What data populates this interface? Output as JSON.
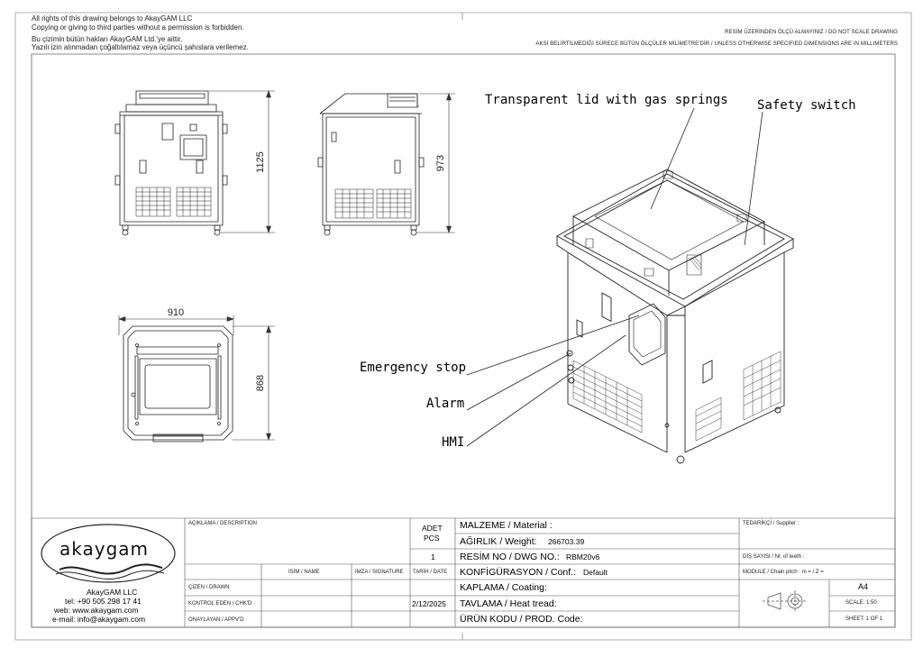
{
  "copyright": {
    "line1": "All rights of this drawing belongs to AkayGAM LLC",
    "line2": "Copying or giving to third parties without a permission is forbidden.",
    "line3": "Bu çizimin bütün hakları AkayGAM Ltd.'ye aittir.",
    "line4": "Yazılı izin alınmadan çoğaltılamaz veya üçüncü şahıslara verilemez."
  },
  "notes": {
    "no_scale": "RESİM ÜZERİNDEN ÖLÇÜ ALMAYINIZ / DO NOT SCALE DRAWING",
    "units": "AKSİ BELİRTİLMEDİĞİ SÜRECE BÜTÜN ÖLÇÜLER MİLİMETRE'DİR / UNLESS OTHERWISE SPECIFIED DIMENSIONS ARE IN MILLIMETERS"
  },
  "dimensions": {
    "height_front": "1125",
    "height_side": "973",
    "width_top": "910",
    "depth_top": "868"
  },
  "callouts": {
    "lid": "Transparent lid with gas springs",
    "safety": "Safety switch",
    "estop": "Emergency stop",
    "alarm": "Alarm",
    "hmi": "HMI"
  },
  "title_block": {
    "logo_text": "akaygam",
    "company": "AkayGAM LLC",
    "tel": "tel: +90 505 298 17 41",
    "web": "web: www.akaygam.com",
    "email": "e-mail: info@akaygam.com",
    "description_label": "AÇIKLAMA / DESCRIPTION",
    "qty_label_tr": "ADET",
    "qty_label_en": "PCS",
    "qty_value": "1",
    "name_label": "İSİM / NAME",
    "signature_label": "İMZA / SIGNATURE",
    "date_label": "TARİH / DATE",
    "drawn_label": "ÇİZEN / DRAWN",
    "checked_label": "KONTROL EDEN / CHK'D",
    "approved_label": "ONAYLAYAN / APPV'D",
    "checked_date": "2/12/2025",
    "material_label": "MALZEME / Material :",
    "weight_label": "AĞIRLIK / Weight:",
    "weight_value": "266703.39",
    "dwg_label": "RESİM NO / DWG NO.:",
    "dwg_value": "RBM20v6",
    "conf_label": "KONFİGÜRASYON / Conf.:",
    "conf_value": "Default",
    "coating_label": "KAPLAMA / Coating:",
    "heat_label": "TAVLAMA / Heat tread:",
    "prod_label": "ÜRÜN KODU / PROD. Code:",
    "supplier_label": "TEDARİKÇİ / Supplier :",
    "teeth_label": "DİŞ SAYISI / Nr. of teeth :",
    "module_label": "MODULE / Chain pitch :  m =   / Z =",
    "paper": "A4",
    "scale": "SCALE: 1:50",
    "sheet": "SHEET: 1 OF 1"
  }
}
